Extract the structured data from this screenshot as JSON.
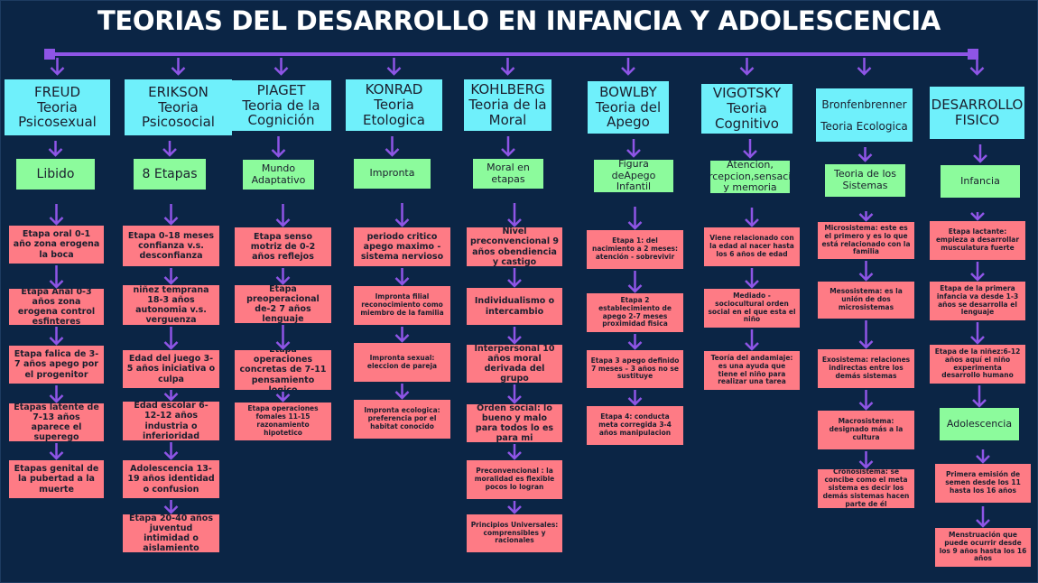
{
  "title": "TEORIAS DEL DESARROLLO EN INFANCIA Y ADOLESCENCIA",
  "colors": {
    "background": "#0b2545",
    "header": "#6ff0fb",
    "concept": "#8cfb9c",
    "stage": "#fe7b85",
    "connector": "#8e55e6",
    "title": "#ffffff"
  },
  "columns": [
    {
      "header": "FREUD\nTeoria\nPsicosexual",
      "concept": "Libido",
      "stages": [
        "Etapa oral 0-1 año zona erogena la boca",
        "Etapa Anal 0-3 años zona erogena control esfinteres",
        "Etapa falica de 3-7 años apego por el progenitor",
        "Etapas latente de 7-13 años  aparece el superego",
        "Etapas genital de la pubertad a la muerte"
      ]
    },
    {
      "header": "ERIKSON\nTeoria\nPsicosocial",
      "concept": "8 Etapas",
      "stages": [
        "Etapa 0-18 meses confianza v.s. desconfianza",
        "niñez temprana 18-3 años autonomia v.s. verguenza",
        "Edad del juego 3-5 años iniciativa o culpa",
        "Edad escolar 6-12-12 años industria o inferioridad",
        "Adolescencia 13-19 años identidad o confusion",
        "Etapa 20-40 años juventud intimidad o aislamiento"
      ]
    },
    {
      "header": "PIAGET\nTeoria de la\nCognición",
      "concept": "Mundo\nAdaptativo",
      "stages": [
        "Etapa senso motriz de 0-2 años reflejos",
        "Etapa preoperacional de-2 7 años lenguaje",
        "Etapa operaciones concretas  de 7-11 pensamiento logico",
        "Etapa operaciones fomales 11-15 razonamiento hipotetico"
      ]
    },
    {
      "header": "KONRAD\nTeoria\nEtologica",
      "concept": "Impronta",
      "stages": [
        "periodo critico apego maximo - sistema nervioso",
        "Impronta filial reconocimiento como miembro de la familia",
        "Impronta sexual: eleccion de pareja",
        "Impronta ecologica: preferencia por el habitat conocido"
      ]
    },
    {
      "header": "KOHLBERG\nTeoria de la\nMoral",
      "concept": "Moral en\netapas",
      "stages": [
        "Nivel preconvencional 9 años  obendiencia y castigo",
        "Individualismo o intercambio",
        "Interpersonal 10 años moral derivada del grupo",
        "Orden social: lo bueno y malo para todos lo es para mi",
        "Preconvencional : la moralidad es flexible pocos lo logran",
        "Principios Universales: comprensibles y racionales"
      ]
    },
    {
      "header": "BOWLBY\nTeoria del\nApego",
      "concept": "Figura deApego\nInfantil",
      "stages": [
        "Etapa 1: del nacimiento a 2 meses:  atención - sobrevivir",
        "Etapa 2 establecimiento de apego 2-7 meses proximidad fisica",
        "Etapa 3 apego definido 7 meses – 3 años no se sustituye",
        "Etapa 4: conducta meta corregida 3-4 años  manipulacion"
      ]
    },
    {
      "header": "VIGOTSKY\nTeoria\nCognitivo",
      "concept": "Atencion,\nPercepcion,sensacion y memoria",
      "stages": [
        "Viene relacionado con la edad al nacer hasta los 6 años de edad",
        "Mediado - sociocultural orden social en el que esta el niño",
        "Teoría del andamiaje: es una ayuda que tiene el niño para realizar una tarea"
      ]
    },
    {
      "header": "Bronfenbrenner\nTeoria Ecologica",
      "concept": "Teoria de los\nSistemas",
      "stages": [
        "Microsistema: este es el primero y es lo que está relacionado con la familia",
        "Mesosistema: es la unión de dos microsistemas",
        "Exosistema: relaciones indirectas entre los demás sistemas",
        "Macrosistema: designado más a la cultura",
        "Cronosistema: se concibe como el meta sistema es decir los demás sistemas hacen parte de él"
      ]
    },
    {
      "header": "DESARROLLO\nFISICO",
      "concept": "Infancia",
      "stages": [
        "Etapa lactante: empieza a desarrollar musculatura fuerte",
        "Etapa de la primera infancia va desde 1-3 años se desarrolla el lenguaje",
        "Etapa de la niñez:6-12 años aquí el niño experimenta desarrollo humano"
      ],
      "concept2": "Adolescencia",
      "stages2": [
        "Primera emisión de semen desde los 11 hasta los 16 años",
        "Menstruación que puede ocurrir desde los 9 años hasta los 16 años"
      ]
    }
  ]
}
